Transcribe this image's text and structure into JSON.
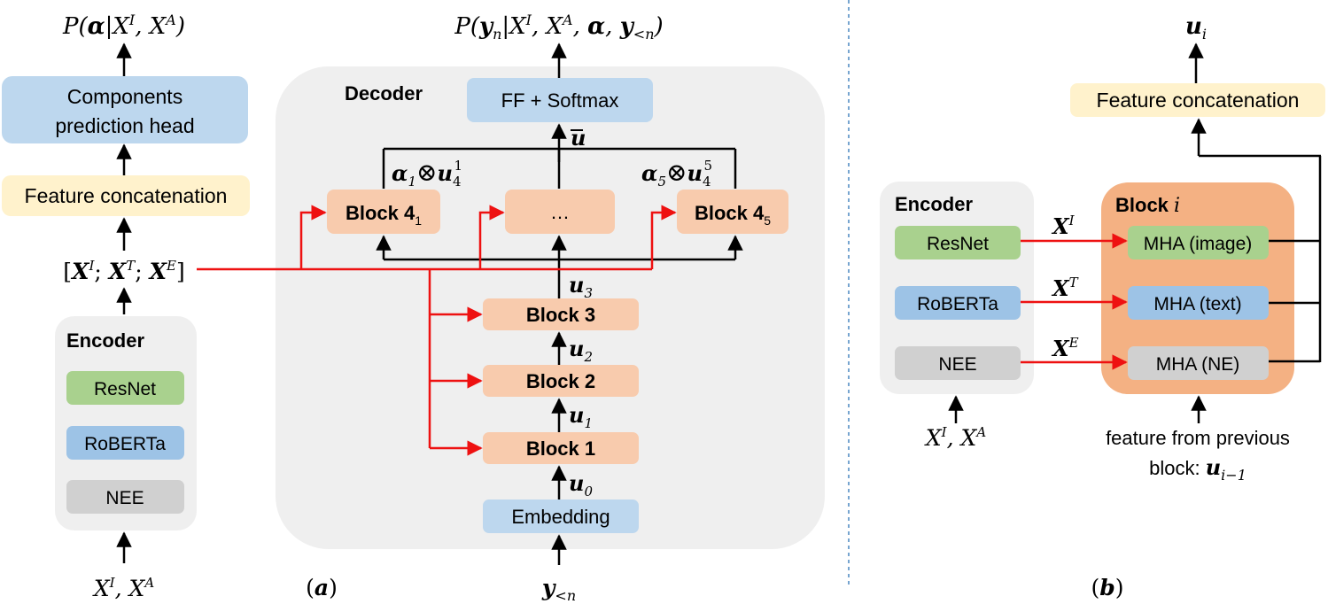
{
  "colors": {
    "blue_box": "#bdd7ee",
    "yellow_box": "#fff2cc",
    "green_box": "#a9d18e",
    "gray_box": "#d0d0d0",
    "orange_box": "#f8cbad",
    "orange_panel": "#f4b183",
    "panel_gray": "#efefef",
    "red_arrow": "#ee1111",
    "black": "#000000",
    "divider": "#2e75b6"
  },
  "left": {
    "output_label": {
      "p": "P(",
      "alpha": "α",
      "rest": "|X",
      "sup_i": "I",
      "comma": ", X",
      "sup_a": "A",
      "close": ")"
    },
    "head_line1": "Components",
    "head_line2": "prediction head",
    "concat": "Feature concatenation",
    "features": {
      "open": "[",
      "x1": "X",
      "s1": "I",
      "semi1": "; ",
      "x2": "X",
      "s2": "T",
      "semi2": "; ",
      "x3": "X",
      "s3": "E",
      "close": "]"
    },
    "encoder_title": "Encoder",
    "resnet": "ResNet",
    "roberta": "RoBERTa",
    "nee": "NEE",
    "input": {
      "x1": "X",
      "s1": "I",
      "comma": ", ",
      "x2": "X",
      "s2": "A"
    }
  },
  "decoder": {
    "title": "Decoder",
    "output_label": {
      "p": "P(",
      "y": "y",
      "n": "n",
      "bar": "|X",
      "s1": "I",
      "c1": ", X",
      "s2": "A",
      "c2": ", ",
      "alpha": "α",
      "c3": ", ",
      "y2": "y",
      "lt": "<n",
      "close": ")"
    },
    "softmax": "FF + Softmax",
    "ubar": "u",
    "alpha1": {
      "a": "α",
      "sub": "1",
      "u": "u",
      "sub_u": "4",
      "sup_u": "1"
    },
    "alpha5": {
      "a": "α",
      "sub": "5",
      "u": "u",
      "sub_u": "4",
      "sup_u": "5"
    },
    "otimes": "⊗",
    "block41": {
      "text": "Block 4",
      "sub": "1"
    },
    "dots": "…",
    "block45": {
      "text": "Block 4",
      "sub": "5"
    },
    "u3": {
      "u": "u",
      "sub": "3"
    },
    "block3": "Block 3",
    "u2": {
      "u": "u",
      "sub": "2"
    },
    "block2": "Block 2",
    "u1": {
      "u": "u",
      "sub": "1"
    },
    "block1": "Block 1",
    "u0": {
      "u": "u",
      "sub": "0"
    },
    "embedding": "Embedding",
    "input": {
      "y": "y",
      "sub": "<n"
    },
    "caption": {
      "open": "(",
      "letter": "a",
      "close": ")"
    }
  },
  "right": {
    "output": {
      "u": "u",
      "sub": "i"
    },
    "concat": "Feature concatenation",
    "encoder_title": "Encoder",
    "resnet": "ResNet",
    "roberta": "RoBERTa",
    "nee": "NEE",
    "block_title": "Block ",
    "block_i": "i",
    "mha_image": "MHA (image)",
    "mha_text": "MHA (text)",
    "mha_ne": "MHA (NE)",
    "xi": {
      "x": "X",
      "s": "I"
    },
    "xt": {
      "x": "X",
      "s": "T"
    },
    "xe": {
      "x": "X",
      "s": "E"
    },
    "input": {
      "x1": "X",
      "s1": "I",
      "comma": ", ",
      "x2": "X",
      "s2": "A"
    },
    "prev_line1": "feature from previous",
    "prev_line2_text": "block: ",
    "prev_u": "u",
    "prev_sub": "i−1",
    "caption": {
      "open": "(",
      "letter": "b",
      "close": ")"
    }
  }
}
